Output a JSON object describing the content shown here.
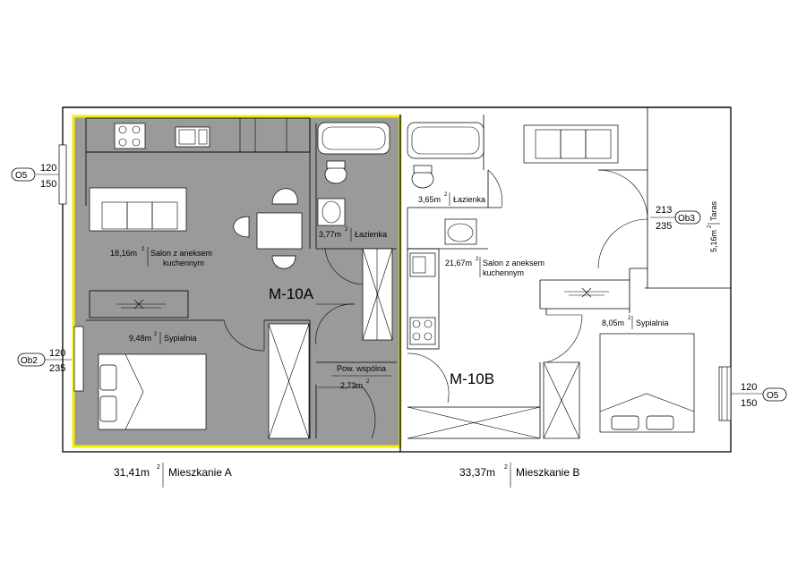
{
  "units": {
    "A": {
      "code": "M-10A",
      "area": "31,41m",
      "name": "Mieszkanie A"
    },
    "B": {
      "code": "M-10B",
      "area": "33,37m",
      "name": "Mieszkanie B"
    }
  },
  "rooms": {
    "a_salon": {
      "area": "18,16m",
      "line1": "Salon z aneksem",
      "line2": "kuchennym"
    },
    "a_lazienka": {
      "area": "3,77m",
      "name": "Łazienka"
    },
    "a_sypialnia": {
      "area": "9,48m",
      "name": "Sypialnia"
    },
    "a_wspolna": {
      "name": "Pow. wspólna",
      "area": "2,73m"
    },
    "b_lazienka": {
      "area": "3,65m",
      "name": "Łazienka"
    },
    "b_salon": {
      "area": "21,67m",
      "line1": "Salon z aneksem",
      "line2": "kuchennym"
    },
    "b_sypialnia": {
      "area": "8,05m",
      "name": "Sypialnia"
    },
    "b_taras": {
      "area": "5,16m",
      "name": "Taras"
    }
  },
  "superscript": "2",
  "windows": {
    "o5_left": {
      "tag": "O5",
      "width": "120",
      "height": "150"
    },
    "ob2": {
      "tag": "Ob2",
      "width": "120",
      "height": "235"
    },
    "ob3": {
      "tag": "Ob3",
      "width": "213",
      "height": "235"
    },
    "o5_right": {
      "tag": "O5",
      "width": "120",
      "height": "150"
    }
  },
  "colors": {
    "highlight": "#f2ef00",
    "shade": "#9a9a9a"
  }
}
